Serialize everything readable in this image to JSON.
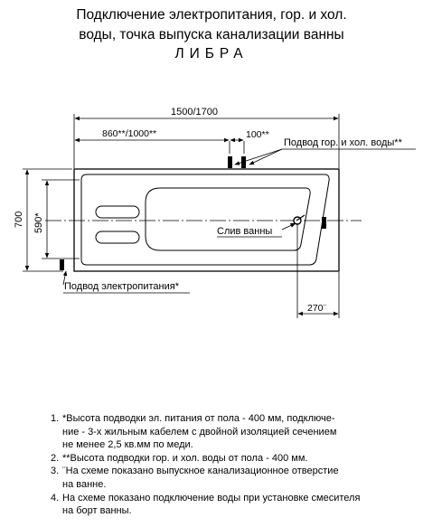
{
  "title": {
    "line1": "Подключение электропитания, гор. и хол.",
    "line2": "воды, точка выпуска канализации ванны",
    "line3": "ЛИБРА"
  },
  "dimensions": {
    "total_length": "1500/1700",
    "left_offset": "860**/1000**",
    "faucet_spacing": "100**",
    "height": "700",
    "inner_height": "590*",
    "drain_offset": "270¨"
  },
  "labels": {
    "water_supply": "Подвод гор. и хол. воды**",
    "drain": "Слив ванны",
    "power_supply": "Подвод электропитания*"
  },
  "notes": [
    {
      "num": "1.",
      "lines": [
        "*Высота подводки эл. питания от пола - 400 мм, подключе-",
        "ние - 3-х жильным кабелем с двойной изоляцией сечением",
        "не менее 2,5 кв.мм по меди."
      ]
    },
    {
      "num": "2.",
      "lines": [
        "**Высота подводки гор. и хол. воды от пола - 400 мм."
      ]
    },
    {
      "num": "3.",
      "lines": [
        "¨На схеме показано выпускное канализационное отверстие",
        "на ванне."
      ]
    },
    {
      "num": "4.",
      "lines": [
        "На схеме показано подключение воды при установке смесителя",
        "на борт ванны."
      ]
    }
  ],
  "colors": {
    "line": "#000000",
    "background": "#ffffff"
  }
}
